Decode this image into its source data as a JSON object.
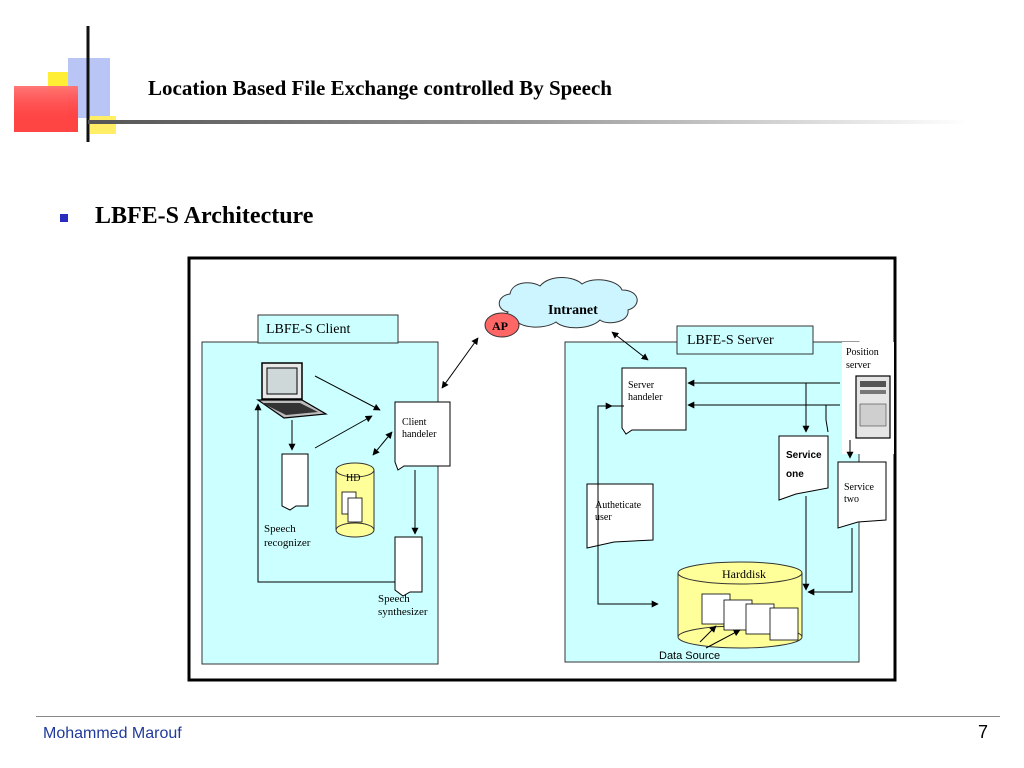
{
  "slide": {
    "title": "Location Based File Exchange controlled By Speech",
    "bullet": "LBFE-S Architecture"
  },
  "diagram": {
    "intranet": "Intranet",
    "ap": "AP",
    "client_box": "LBFE-S Client",
    "server_box": "LBFE-S Server",
    "client_handler": [
      "Client",
      "handeler"
    ],
    "hd": "HD",
    "speech_recognizer": [
      "Speech",
      "recognizer"
    ],
    "speech_synthesizer": [
      "Speech",
      "synthesizer"
    ],
    "server_handler": [
      "Server",
      "handeler"
    ],
    "position_server": [
      "Position",
      "server"
    ],
    "service_one": [
      "Service",
      "one"
    ],
    "service_two": [
      "Service",
      "two"
    ],
    "authenticate_user": [
      "Autheticate",
      "user"
    ],
    "harddisk": "Harddisk",
    "data_source": "Data Source"
  },
  "footer": {
    "author": "Mohammed Marouf",
    "page": "7"
  },
  "colors": {
    "panel_fill": "#ccffff",
    "cloud_fill": "#ccf5ff",
    "ap_fill": "#ff6666",
    "storage_fill": "#ffff99",
    "footer_text": "#1f3a9b",
    "bullet": "#2b2bbf"
  }
}
